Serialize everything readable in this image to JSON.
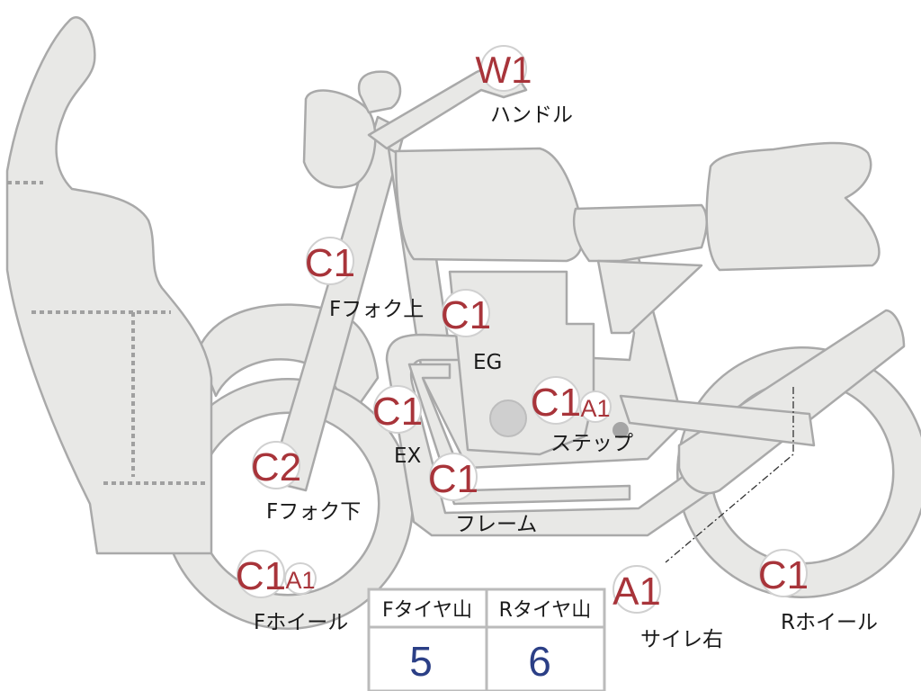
{
  "badges": {
    "w1_handle": "W1",
    "c1_ffork_top": "C1",
    "c1_engine": "C1",
    "c1_exhaust": "C1",
    "c1_step": "C1",
    "a1_step": "A1",
    "c2_ffork_bottom": "C2",
    "c1_frame": "C1",
    "c1_fwheel": "C1",
    "a1_fwheel": "A1",
    "a1_muffler": "A1",
    "c1_rwheel": "C1"
  },
  "labels": {
    "handle": "ハンドル",
    "ffork_top": "Fフォク上",
    "engine": "EG",
    "exhaust": "EX",
    "step": "ステップ",
    "ffork_bottom": "Fフォク下",
    "frame": "フレーム",
    "fwheel": "Fホイール",
    "muffler": "サイレ右",
    "rwheel": "Rホイール"
  },
  "tread_table": {
    "headers": [
      "Fタイヤ山",
      "Rタイヤ山"
    ],
    "values": [
      "5",
      "6"
    ]
  }
}
